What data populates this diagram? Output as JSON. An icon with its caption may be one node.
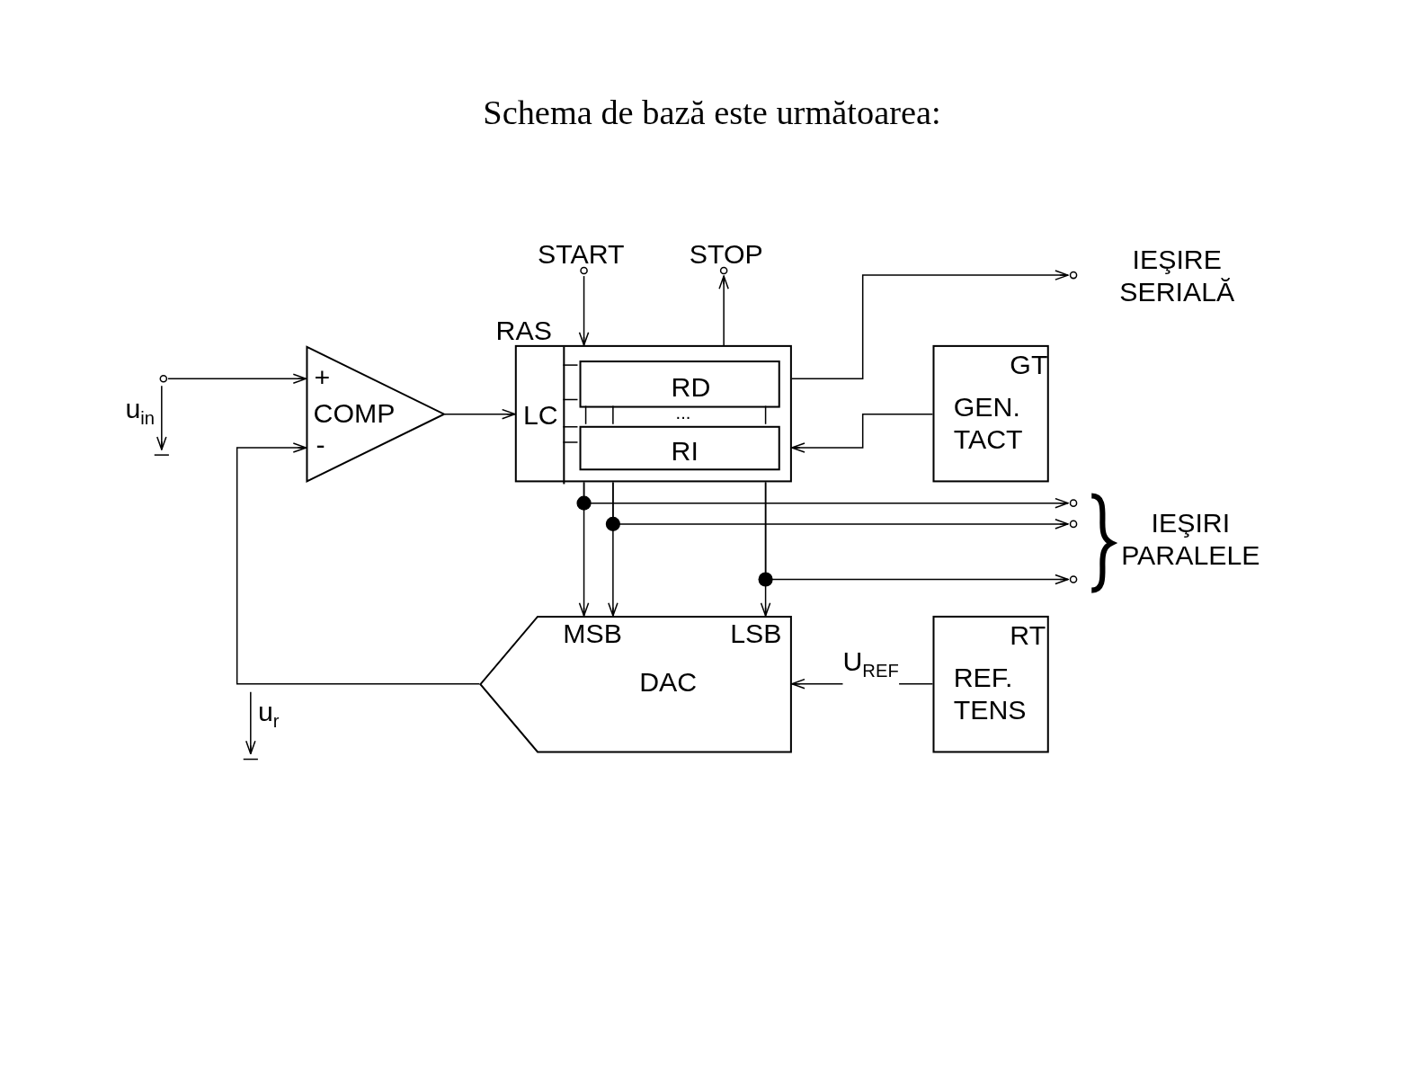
{
  "diagram": {
    "title": "Schema de bază este următoarea:",
    "nodes": [
      {
        "text": [
          "START"
        ]
      },
      {
        "text": [
          "STOP"
        ]
      },
      {
        "text": [
          "IEŞIRE SERIALĂ"
        ]
      },
      {
        "text": [
          "RAS"
        ]
      },
      {
        "text": [
          "LC"
        ],
        "in": 3
      },
      {
        "text": [
          "RD"
        ],
        "in": 3
      },
      {
        "text": [
          "RI"
        ],
        "in": 3
      },
      {
        "text": [
          "GT",
          "GEN. TACT"
        ]
      },
      {
        "text": [
          "COMP"
        ]
      },
      {
        "text": [
          "u$_{in}$"
        ]
      },
      {
        "text": [
          "MSB",
          "LSB",
          "DAC"
        ]
      },
      {
        "text": [
          "RT",
          "REF. TENS"
        ]
      },
      {
        "text": [
          "IEŞIRI PARALELE"
        ]
      }
    ],
    "edges": [
      {
        "from": 0,
        "to": 3,
        "arrow": "to"
      },
      {
        "from": 3,
        "to": 1,
        "arrow": "to"
      },
      {
        "from": 3,
        "to": 2,
        "arrow": "to"
      },
      {
        "from": 7,
        "to": 3,
        "arrow": "to"
      },
      {
        "from": 9,
        "to": 8,
        "arrow": "to"
      },
      {
        "from": 8,
        "to": 4,
        "arrow": "to"
      },
      {
        "from": 10,
        "to": 8,
        "arrow": "to"
      },
      {
        "from": 11,
        "to": 10,
        "arrow": "to",
        "label": "U$_{REF}$"
      },
      {
        "from": 3,
        "to": 10,
        "arrow": "to"
      },
      {
        "from": 3,
        "to": 10,
        "arrow": "to"
      },
      {
        "from": 3,
        "to": 10,
        "arrow": "to"
      },
      {
        "from": 3,
        "to": 12,
        "arrow": "to"
      },
      {
        "from": 3,
        "to": 12,
        "arrow": "to"
      },
      {
        "from": 3,
        "to": 12,
        "arrow": "to"
      },
      {
        "from": 4,
        "to": 5,
        "arrow": "none"
      },
      {
        "from": 4,
        "to": 5,
        "arrow": "none"
      },
      {
        "from": 4,
        "to": 6,
        "arrow": "none"
      },
      {
        "from": 4,
        "to": 6,
        "arrow": "none"
      },
      {
        "from": 5,
        "to": 6,
        "arrow": "none"
      },
      {
        "from": 5,
        "to": 6,
        "arrow": "none"
      },
      {
        "from": 5,
        "to": 6,
        "arrow": "none"
      }
    ],
    "labels": [
      "+",
      "-",
      "...",
      "u$_{r}$"
    ]
  }
}
